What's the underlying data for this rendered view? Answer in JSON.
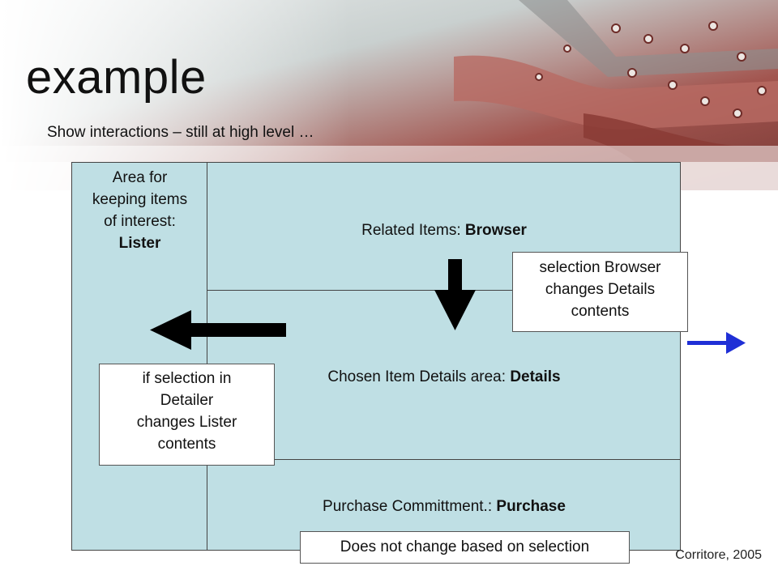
{
  "slide": {
    "title": "example",
    "subtitle": "Show interactions – still at high level …",
    "credit": "Corritore, 2005"
  },
  "lister": {
    "line1": "Area for",
    "line2": "keeping items",
    "line3": "of interest:",
    "name": "Lister"
  },
  "browser": {
    "prefix": "Related Items: ",
    "name": "Browser"
  },
  "details": {
    "prefix": "Chosen Item Details area: ",
    "name": "Details"
  },
  "purchase": {
    "prefix": "Purchase Committment.: ",
    "name": "Purchase"
  },
  "notes": {
    "browser": {
      "line1": "selection Browser",
      "line2": "changes Details",
      "line3": "contents"
    },
    "lister": {
      "line1": "if selection in",
      "line2": "Detailer",
      "line3": "changes Lister",
      "line4": "contents"
    },
    "purchase": "Does not change based on selection"
  },
  "colors": {
    "panel": "#bfdfe4",
    "arrow_black": "#000000",
    "nav_arrow": "#1f2fd6"
  },
  "icons": {
    "nav": "right-arrow-icon",
    "browser_to_details": "down-arrow-icon",
    "details_to_lister": "left-arrow-icon"
  }
}
